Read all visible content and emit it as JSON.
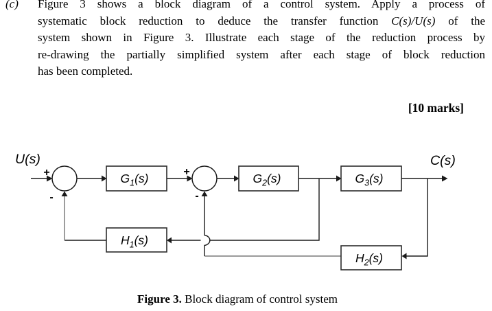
{
  "question": {
    "part_label": "(c)",
    "line1": "Figure 3 shows a block diagram of a control system. Apply a process of",
    "line2_pre": "systematic block reduction to deduce the transfer function ",
    "line2_italic": "C(s)/U(s)",
    "line2_post": " of the",
    "line3": "system shown in Figure 3. Illustrate each stage of the reduction process by",
    "line4": "re-drawing the partially simplified system after each stage of block reduction",
    "line5": "has been completed.",
    "marks": "[10 marks]"
  },
  "diagram": {
    "input_label": "U(s)",
    "output_label": "C(s)",
    "summing_junction_1": {
      "plus": "+",
      "minus": "-"
    },
    "summing_junction_2": {
      "plus": "+",
      "minus": "-"
    },
    "blocks": {
      "g1": {
        "base": "G",
        "sub": "1",
        "arg": "(s)"
      },
      "g2": {
        "base": "G",
        "sub": "2",
        "arg": "(s)"
      },
      "g3": {
        "base": "G",
        "sub": "3",
        "arg": "(s)"
      },
      "h1": {
        "base": "H",
        "sub": "1",
        "arg": "(s)"
      },
      "h2": {
        "base": "H",
        "sub": "2",
        "arg": "(s)"
      }
    }
  },
  "caption": {
    "label": "Figure 3.",
    "text": " Block diagram of control system"
  },
  "colors": {
    "line": "#1a1a1a",
    "gray_line": "#8c8c8c",
    "block_border": "#2b2b2b",
    "text": "#000000",
    "background": "#ffffff"
  }
}
